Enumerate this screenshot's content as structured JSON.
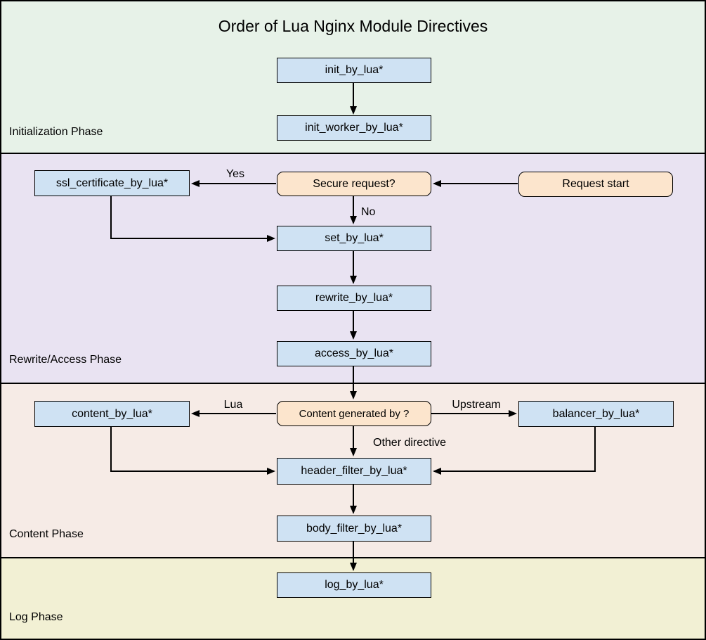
{
  "title": "Order of Lua Nginx Module Directives",
  "phases": {
    "init": {
      "label": "Initialization Phase"
    },
    "rewrite": {
      "label": "Rewrite/Access Phase"
    },
    "content": {
      "label": "Content Phase"
    },
    "log": {
      "label": "Log Phase"
    }
  },
  "nodes": {
    "init_by_lua": {
      "label": "init_by_lua*",
      "shape": "rect"
    },
    "init_worker_by_lua": {
      "label": "init_worker_by_lua*",
      "shape": "rect"
    },
    "ssl_certificate_by_lua": {
      "label": "ssl_certificate_by_lua*",
      "shape": "rect"
    },
    "secure_request": {
      "label": "Secure request?",
      "shape": "rounded"
    },
    "request_start": {
      "label": "Request start",
      "shape": "rounded"
    },
    "set_by_lua": {
      "label": "set_by_lua*",
      "shape": "rect"
    },
    "rewrite_by_lua": {
      "label": "rewrite_by_lua*",
      "shape": "rect"
    },
    "access_by_lua": {
      "label": "access_by_lua*",
      "shape": "rect"
    },
    "content_by_lua": {
      "label": "content_by_lua*",
      "shape": "rect"
    },
    "content_generated_by": {
      "label": "Content generated by ?",
      "shape": "rounded"
    },
    "balancer_by_lua": {
      "label": "balancer_by_lua*",
      "shape": "rect"
    },
    "header_filter_by_lua": {
      "label": "header_filter_by_lua*",
      "shape": "rect"
    },
    "body_filter_by_lua": {
      "label": "body_filter_by_lua*",
      "shape": "rect"
    },
    "log_by_lua": {
      "label": "log_by_lua*",
      "shape": "rect"
    }
  },
  "edge_labels": {
    "yes": "Yes",
    "no": "No",
    "lua": "Lua",
    "upstream": "Upstream",
    "other_directive": "Other directive"
  },
  "edges": [
    {
      "from": "init_by_lua",
      "to": "init_worker_by_lua"
    },
    {
      "from": "request_start",
      "to": "secure_request"
    },
    {
      "from": "secure_request",
      "to": "ssl_certificate_by_lua",
      "label": "Yes"
    },
    {
      "from": "secure_request",
      "to": "set_by_lua",
      "label": "No"
    },
    {
      "from": "ssl_certificate_by_lua",
      "to": "set_by_lua"
    },
    {
      "from": "set_by_lua",
      "to": "rewrite_by_lua"
    },
    {
      "from": "rewrite_by_lua",
      "to": "access_by_lua"
    },
    {
      "from": "access_by_lua",
      "to": "content_generated_by"
    },
    {
      "from": "content_generated_by",
      "to": "content_by_lua",
      "label": "Lua"
    },
    {
      "from": "content_generated_by",
      "to": "balancer_by_lua",
      "label": "Upstream"
    },
    {
      "from": "content_generated_by",
      "to": "header_filter_by_lua",
      "label": "Other directive"
    },
    {
      "from": "content_by_lua",
      "to": "header_filter_by_lua"
    },
    {
      "from": "balancer_by_lua",
      "to": "header_filter_by_lua"
    },
    {
      "from": "header_filter_by_lua",
      "to": "body_filter_by_lua"
    },
    {
      "from": "body_filter_by_lua",
      "to": "log_by_lua"
    }
  ],
  "colors": {
    "phase_init_bg": "#e7f2e8",
    "phase_rewrite_bg": "#e9e3f2",
    "phase_content_bg": "#f6ebe6",
    "phase_log_bg": "#f2f0d4",
    "directive_node_fill": "#cfe2f3",
    "decision_node_fill": "#fce5cd",
    "border": "#000000",
    "text": "#000000"
  }
}
